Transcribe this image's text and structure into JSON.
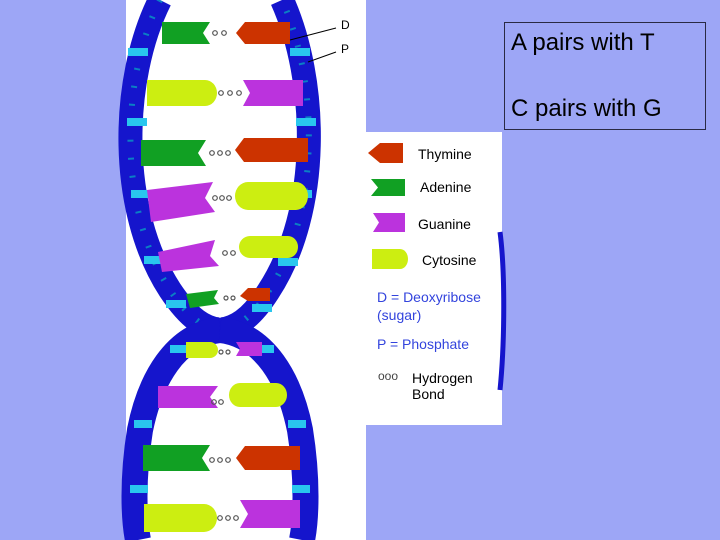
{
  "note": {
    "line1": "A pairs with T",
    "line2": "C pairs with G"
  },
  "callouts": {
    "deoxyribose": "D",
    "phosphate": "P"
  },
  "legend": {
    "items": [
      {
        "label": "Thymine",
        "shape": "arrow-left",
        "color": "#cc3300"
      },
      {
        "label": "Adenine",
        "shape": "notch-right",
        "color": "#11a023"
      },
      {
        "label": "Guanine",
        "shape": "notch-right",
        "color": "#bb33dd"
      },
      {
        "label": "Cytosine",
        "shape": "round-right",
        "color": "#ccee11"
      }
    ],
    "deoxyribose_line1": "D = Deoxyribose",
    "deoxyribose_line2": "(sugar)",
    "phosphate": "P = Phosphate",
    "hydrogen_line1": "Hydrogen",
    "hydrogen_line2": "Bond",
    "hbond_symbol": "ooo"
  },
  "colors": {
    "background": "#9da6f6",
    "backbone": "#1515cc",
    "backbone_inner": "#0b7fc4",
    "phosphate_bar": "#29c6ee",
    "thymine": "#cc3300",
    "adenine": "#11a023",
    "guanine": "#bb33dd",
    "cytosine": "#ccee11",
    "legend_text_blue": "#3344dd"
  }
}
